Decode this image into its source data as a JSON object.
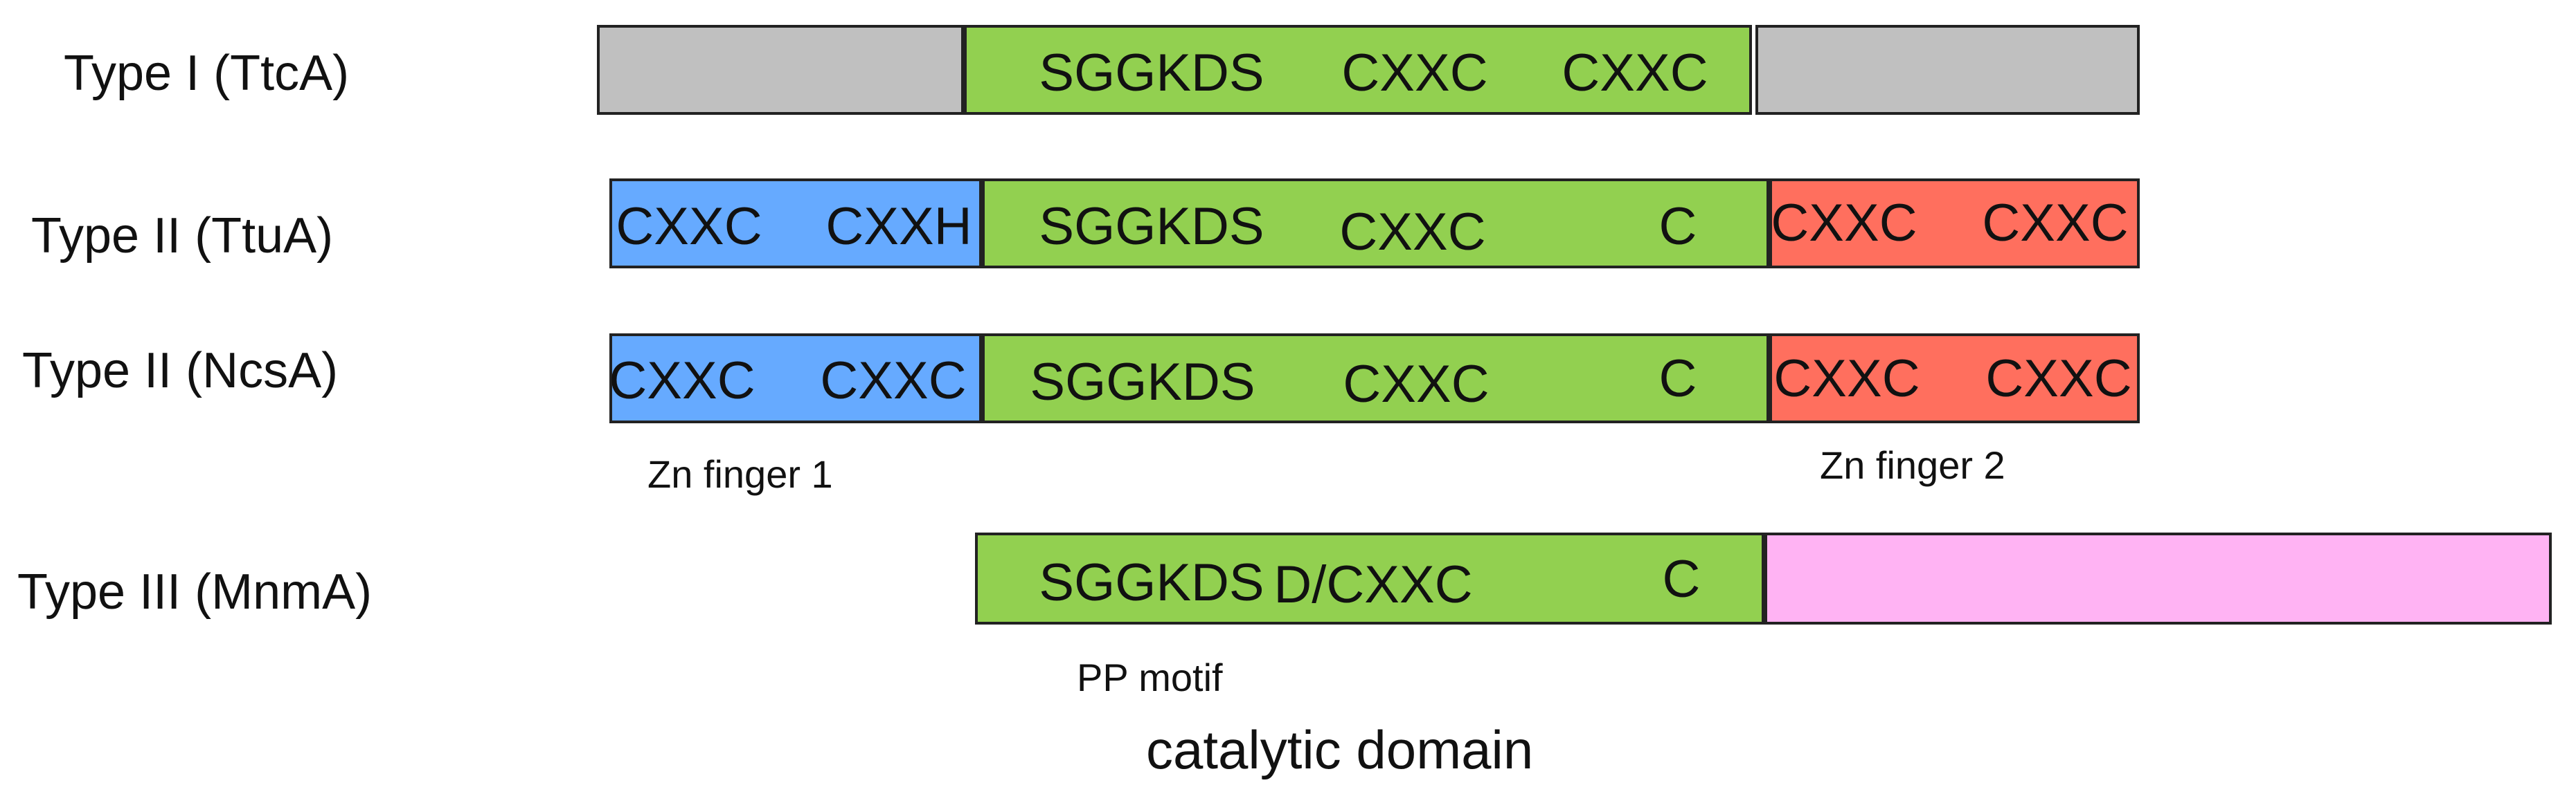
{
  "colors": {
    "flank_gray": "#c0c0c0",
    "catalytic_green": "#92d050",
    "zn_finger_blue": "#66aaff",
    "zn_finger_red": "#ff6f5e",
    "c_terminal_pink": "#ffb3f3"
  },
  "rows": [
    {
      "label": "Type I (TtcA)",
      "segments": [
        {
          "motifs": []
        },
        {
          "motifs": [
            "SGGKDS",
            "CXXC",
            "CXXC"
          ]
        },
        {
          "motifs": []
        }
      ]
    },
    {
      "label": "Type II (TtuA)",
      "segments": [
        {
          "motifs": [
            "CXXC",
            "CXXH"
          ]
        },
        {
          "motifs": [
            "SGGKDS",
            "CXXC",
            "C"
          ]
        },
        {
          "motifs": [
            "CXXC",
            "CXXC"
          ]
        }
      ]
    },
    {
      "label": "Type II (NcsA)",
      "segments": [
        {
          "motifs": [
            "CXXC",
            "CXXC"
          ]
        },
        {
          "motifs": [
            "SGGKDS",
            "CXXC",
            "C"
          ]
        },
        {
          "motifs": [
            "CXXC",
            "CXXC"
          ]
        }
      ]
    },
    {
      "label": "Type III (MnmA)",
      "segments": [
        {
          "motifs": [
            "SGGKDS",
            "D/CXXC",
            "C"
          ]
        },
        {
          "motifs": []
        }
      ]
    }
  ],
  "captions": {
    "zn_finger_1": "Zn finger 1",
    "zn_finger_2": "Zn finger 2",
    "pp_motif": "PP motif",
    "catalytic_domain": "catalytic domain"
  }
}
